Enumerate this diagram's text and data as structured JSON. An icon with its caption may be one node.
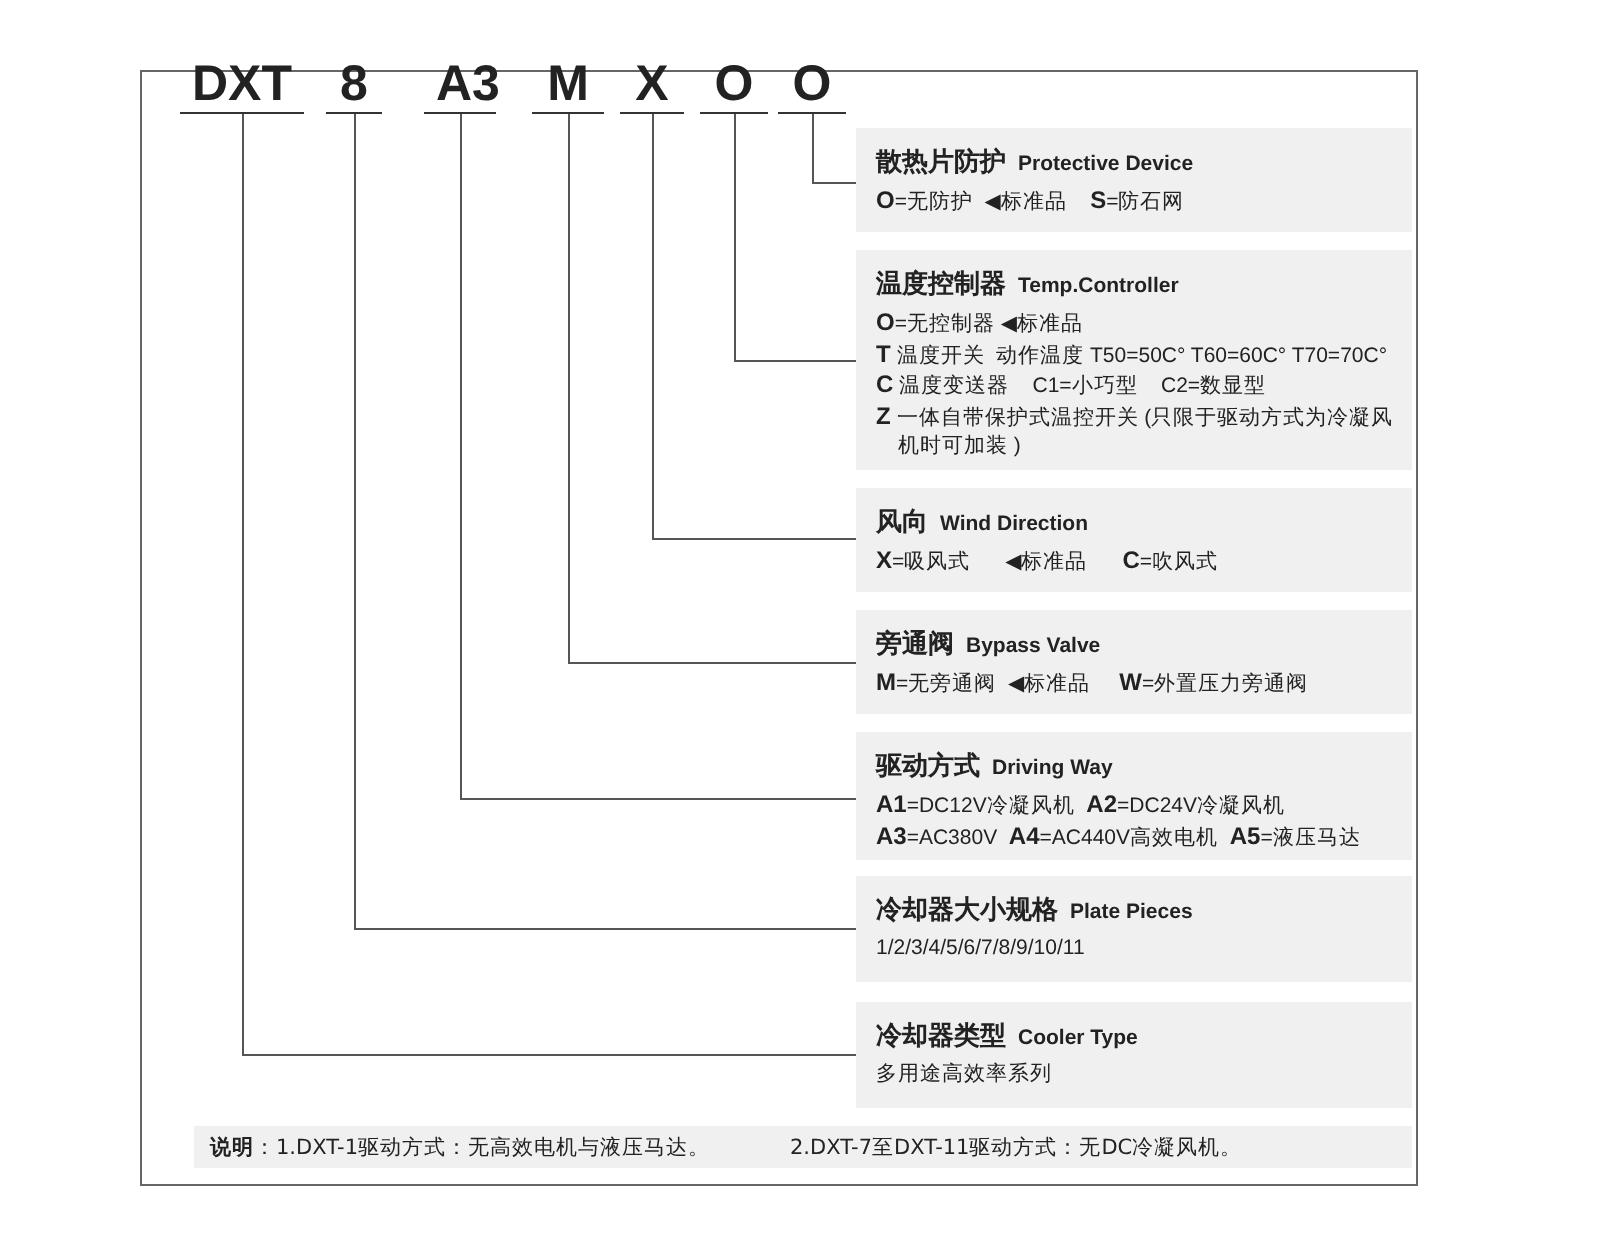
{
  "diagram": {
    "nodes": [
      {
        "text": [
          "DXT"
        ]
      },
      {
        "text": [
          "8"
        ]
      },
      {
        "text": [
          "A3"
        ]
      },
      {
        "text": [
          "M"
        ]
      },
      {
        "text": [
          "X"
        ]
      },
      {
        "text": [
          "O"
        ]
      },
      {
        "text": [
          "O"
        ]
      },
      {
        "text": [
          "散热片防护",
          "Protective Device",
          "**O**=无防护  ◀标准品    **S**=防石网"
        ]
      },
      {
        "text": [
          "温度控制器",
          "Temp.Controller",
          "**O**=无控制器 ◀标准品",
          "**T** 温度开关  动作温度 T50=50C° T60=60C° T70=70C°",
          "**C** 温度变送器    C1=小巧型    C2=数显型",
          "**Z** 一体自带保护式温控开关 (只限于驱动方式为冷凝风机时可加装 )"
        ]
      },
      {
        "text": [
          "风向",
          "Wind Direction",
          "**X**=吸风式      ◀标准品      **C**=吹风式"
        ]
      },
      {
        "text": [
          "旁通阀",
          "Bypass Valve",
          "**M**=无旁通阀  ◀标准品     **W**=外置压力旁通阀"
        ]
      },
      {
        "text": [
          "驱动方式",
          "Driving Way",
          "**A1**=DC12V冷凝风机  **A2**=DC24V冷凝风机",
          "**A3**=AC380V  **A4**=AC440V高效电机  **A5**=液压马达"
        ]
      },
      {
        "text": [
          "冷却器大小规格",
          "Plate Pieces",
          "1/2/3/4/5/6/7/8/9/10/11"
        ]
      },
      {
        "text": [
          "冷却器类型",
          "Cooler Type",
          "多用途高效率系列"
        ]
      },
      {
        "text": [
          "**说明**：1.DXT-1驱动方式：无高效电机与液压马达。",
          "2.DXT-7至DXT-11驱动方式：无DC冷凝风机。"
        ]
      }
    ],
    "edges": [
      {
        "from": 6,
        "to": 7,
        "arrow": "none"
      },
      {
        "from": 5,
        "to": 8,
        "arrow": "none"
      },
      {
        "from": 4,
        "to": 9,
        "arrow": "none"
      },
      {
        "from": 3,
        "to": 10,
        "arrow": "none"
      },
      {
        "from": 2,
        "to": 11,
        "arrow": "none"
      },
      {
        "from": 1,
        "to": 12,
        "arrow": "none"
      },
      {
        "from": 0,
        "to": 13,
        "arrow": "none"
      }
    ]
  }
}
